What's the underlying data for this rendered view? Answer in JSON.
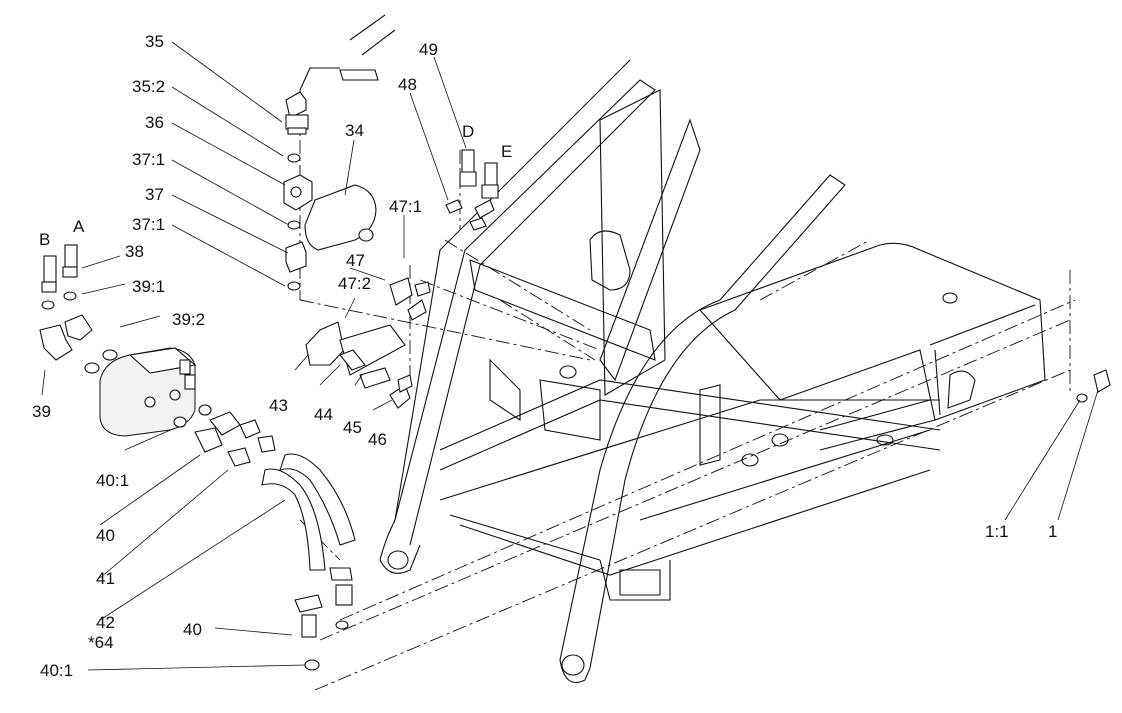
{
  "callouts": {
    "c35": "35",
    "c35_2": "35:2",
    "c36": "36",
    "c37_1a": "37:1",
    "c37": "37",
    "c37_1b": "37:1",
    "c34": "34",
    "c49": "49",
    "c48": "48",
    "cD": "D",
    "cE": "E",
    "c47_1": "47:1",
    "c47": "47",
    "c47_2": "47:2",
    "cB": "B",
    "cA": "A",
    "c38": "38",
    "c39_1": "39:1",
    "c39_2": "39:2",
    "c39": "39",
    "c43": "43",
    "c44": "44",
    "c45": "45",
    "c46": "46",
    "c40_1a": "40:1",
    "c40a": "40",
    "c41": "41",
    "c42": "42",
    "c64": "*64",
    "c40b": "40",
    "c40_1b": "40:1",
    "c1_1": "1:1",
    "c1": "1"
  }
}
